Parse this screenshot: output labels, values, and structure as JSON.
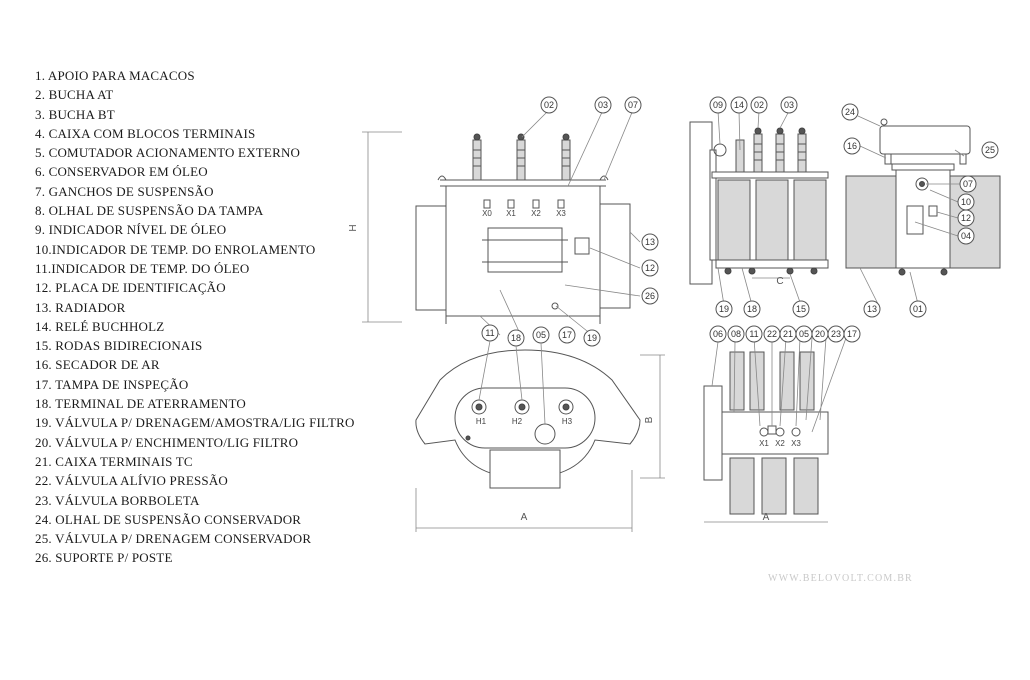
{
  "legend": [
    "1.  APOIO PARA MACACOS",
    "2.  BUCHA AT",
    "3.  BUCHA BT",
    "4.  CAIXA COM BLOCOS TERMINAIS",
    "5.  COMUTADOR ACIONAMENTO EXTERNO",
    "6.  CONSERVADOR EM ÓLEO",
    "7.  GANCHOS DE SUSPENSÃO",
    "8.  OLHAL DE SUSPENSÃO DA TAMPA",
    "9.  INDICADOR NÍVEL DE ÓLEO",
    "10.INDICADOR DE TEMP. DO ENROLAMENTO",
    "11.INDICADOR DE TEMP. DO ÓLEO",
    "12. PLACA DE IDENTIFICAÇÃO",
    "13. RADIADOR",
    "14. RELÉ BUCHHOLZ",
    "15. RODAS BIDIRECIONAIS",
    "16. SECADOR DE AR",
    "17. TAMPA DE INSPEÇÃO",
    "18. TERMINAL DE ATERRAMENTO",
    "19. VÁLVULA P/ DRENAGEM/AMOSTRA/LIG FILTRO",
    "20. VÁLVULA P/ ENCHIMENTO/LIG FILTRO",
    "21. CAIXA TERMINAIS TC",
    "22. VÁLVULA ALÍVIO PRESSÃO",
    "23. VÁLVULA BORBOLETA",
    "24. OLHAL DE SUSPENSÃO CONSERVADOR",
    "25. VÁLVULA P/ DRENAGEM CONSERVADOR",
    "26. SUPORTE P/ POSTE"
  ],
  "callouts": {
    "front": [
      "02",
      "03",
      "07",
      "13",
      "12",
      "26",
      "11",
      "18",
      "05",
      "17",
      "19"
    ],
    "large_front": [
      "09",
      "14",
      "02",
      "03",
      "19",
      "18",
      "15"
    ],
    "large_side": [
      "24",
      "16",
      "25",
      "07",
      "10",
      "12",
      "04",
      "13",
      "01"
    ],
    "large_top": [
      "06",
      "08",
      "11",
      "22",
      "21",
      "05",
      "20",
      "23",
      "17"
    ]
  },
  "bushing_labels": {
    "lv_front": [
      "X0",
      "X1",
      "X2",
      "X3"
    ],
    "hv_top": [
      "H1",
      "H2",
      "H3"
    ],
    "lv_top": [
      "X1",
      "X2",
      "X3"
    ]
  },
  "dimensions": {
    "height": "H",
    "width": "A",
    "depth": "B",
    "center": "C"
  },
  "footer": {
    "website": "WWW.BELOVOLT.COM.BR"
  }
}
